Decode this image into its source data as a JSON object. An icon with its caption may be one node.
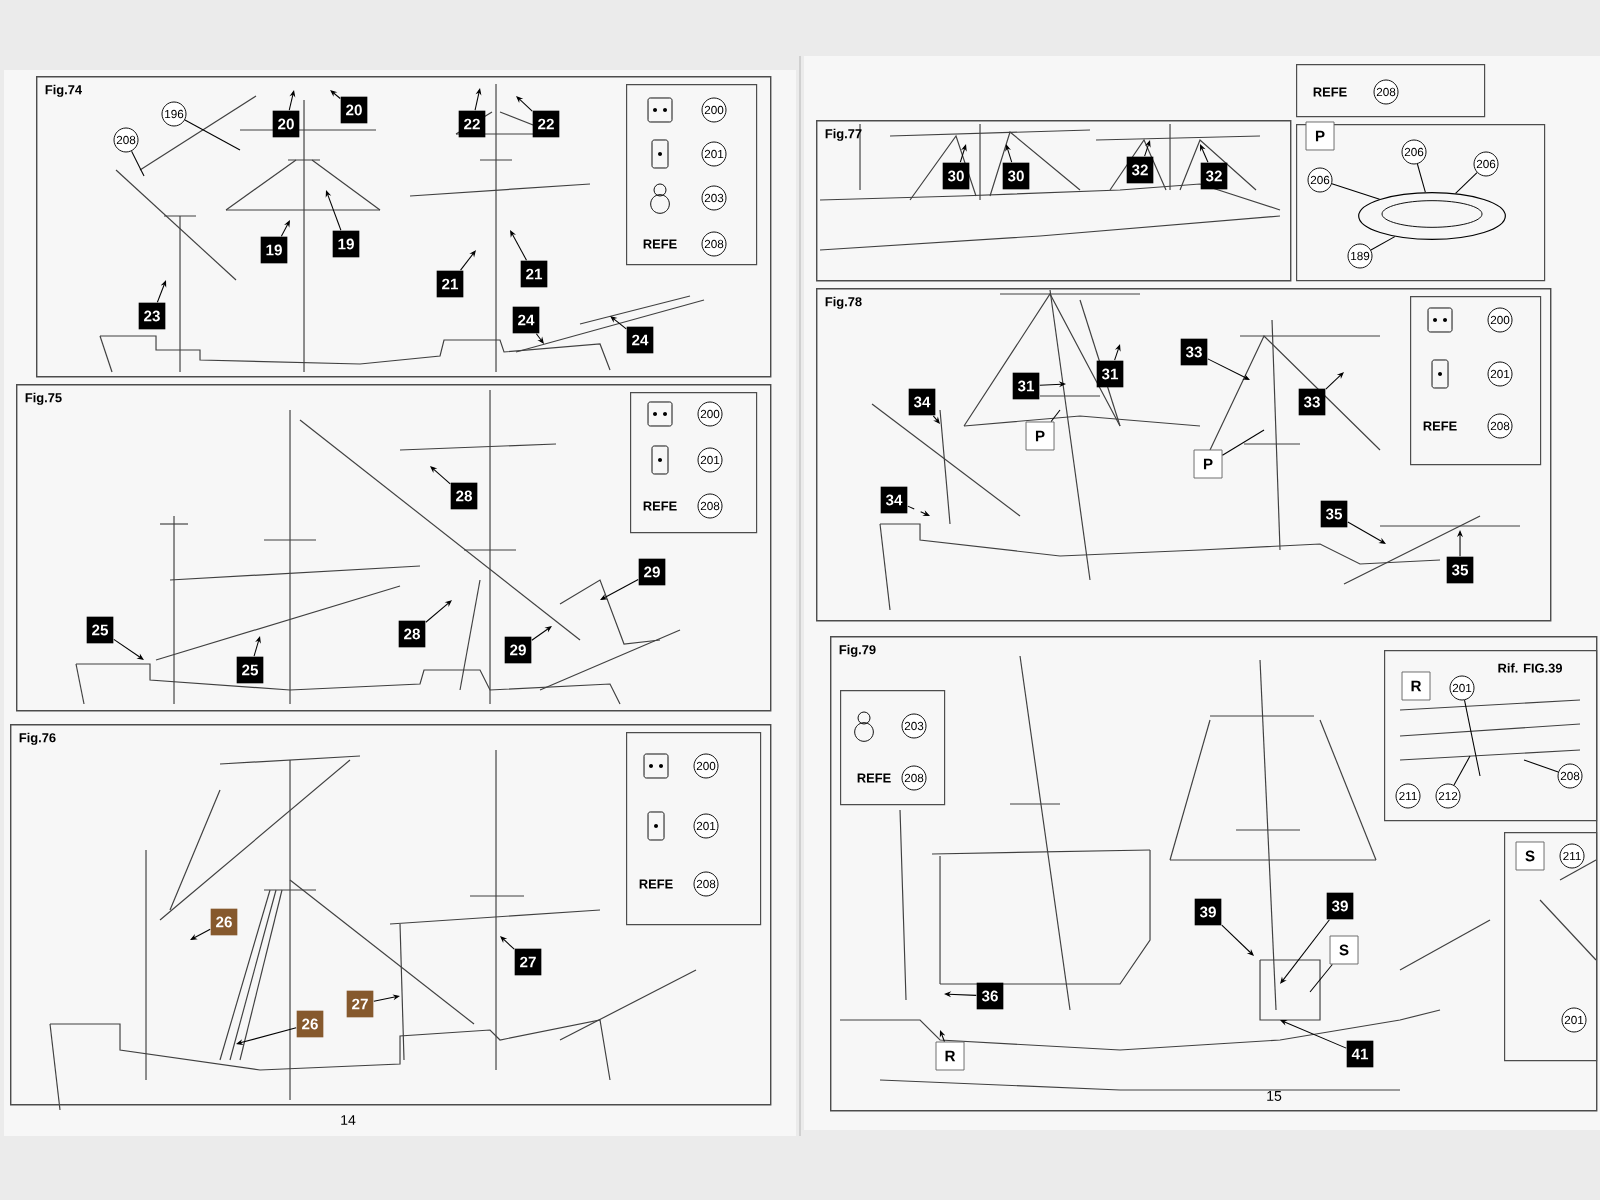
{
  "diagram": {
    "nodes": [
      {
        "text": [
          "Fig.74"
        ]
      },
      {
        "text": [
          "REFE"
        ],
        "in": 0
      },
      {
        "text": [
          "200"
        ],
        "in": 1
      },
      {
        "text": [
          "201"
        ],
        "in": 1
      },
      {
        "text": [
          "203"
        ],
        "in": 1
      },
      {
        "text": [
          "208"
        ],
        "in": 1
      },
      {
        "text": [
          "196"
        ],
        "in": 0
      },
      {
        "text": [
          "208"
        ],
        "in": 0
      },
      {
        "text": [
          "20"
        ],
        "in": 0
      },
      {
        "text": [
          "20"
        ],
        "in": 0
      },
      {
        "text": [
          "22"
        ],
        "in": 0
      },
      {
        "text": [
          "22"
        ],
        "in": 0
      },
      {
        "text": [
          "19"
        ],
        "in": 0
      },
      {
        "text": [
          "19"
        ],
        "in": 0
      },
      {
        "text": [
          "21"
        ],
        "in": 0
      },
      {
        "text": [
          "21"
        ],
        "in": 0
      },
      {
        "text": [
          "23"
        ],
        "in": 0
      },
      {
        "text": [
          "24"
        ],
        "in": 0
      },
      {
        "text": [
          "24"
        ],
        "in": 0
      },
      {
        "text": [
          "Fig.75"
        ]
      },
      {
        "text": [
          "REFE"
        ],
        "in": 19
      },
      {
        "text": [
          "200"
        ],
        "in": 20
      },
      {
        "text": [
          "201"
        ],
        "in": 20
      },
      {
        "text": [
          "208"
        ],
        "in": 20
      },
      {
        "text": [
          "28"
        ],
        "in": 19
      },
      {
        "text": [
          "29"
        ],
        "in": 19
      },
      {
        "text": [
          "28"
        ],
        "in": 19
      },
      {
        "text": [
          "29"
        ],
        "in": 19
      },
      {
        "text": [
          "25"
        ],
        "in": 19
      },
      {
        "text": [
          "25"
        ],
        "in": 19
      },
      {
        "text": [
          "Fig.76"
        ]
      },
      {
        "text": [
          "REFE"
        ],
        "in": 30
      },
      {
        "text": [
          "200"
        ],
        "in": 31
      },
      {
        "text": [
          "201"
        ],
        "in": 31
      },
      {
        "text": [
          "208"
        ],
        "in": 31
      },
      {
        "text": [
          "26"
        ],
        "in": 30
      },
      {
        "text": [
          "27"
        ],
        "in": 30
      },
      {
        "text": [
          "27"
        ],
        "in": 30
      },
      {
        "text": [
          "26"
        ],
        "in": 30
      },
      {
        "text": [
          "Fig.77"
        ]
      },
      {
        "text": [
          "REFE"
        ]
      },
      {
        "text": [
          "208"
        ],
        "in": 40
      },
      {
        "text": [
          "30"
        ],
        "in": 39
      },
      {
        "text": [
          "30"
        ],
        "in": 39
      },
      {
        "text": [
          "32"
        ],
        "in": 39
      },
      {
        "text": [
          "32"
        ],
        "in": 39
      },
      {
        "text": [],
        "shape": "box"
      },
      {
        "text": [
          "P"
        ],
        "in": 46
      },
      {
        "text": [
          "206"
        ],
        "in": 46
      },
      {
        "text": [
          "206"
        ],
        "in": 46
      },
      {
        "text": [
          "206"
        ],
        "in": 46
      },
      {
        "text": [
          "189"
        ],
        "in": 46
      },
      {
        "text": [
          "Fig.78"
        ]
      },
      {
        "text": [
          "REFE"
        ],
        "in": 52
      },
      {
        "text": [
          "200"
        ],
        "in": 53
      },
      {
        "text": [
          "201"
        ],
        "in": 53
      },
      {
        "text": [
          "208"
        ],
        "in": 53
      },
      {
        "text": [
          "34"
        ],
        "in": 52
      },
      {
        "text": [
          "31"
        ],
        "in": 52
      },
      {
        "text": [
          "31"
        ],
        "in": 52
      },
      {
        "text": [
          "33"
        ],
        "in": 52
      },
      {
        "text": [
          "33"
        ],
        "in": 52
      },
      {
        "text": [
          "P"
        ],
        "in": 52
      },
      {
        "text": [
          "P"
        ],
        "in": 52
      },
      {
        "text": [
          "34"
        ],
        "in": 52
      },
      {
        "text": [
          "35"
        ],
        "in": 52
      },
      {
        "text": [
          "35"
        ],
        "in": 52
      },
      {
        "text": [
          "Fig.79"
        ]
      },
      {
        "text": [
          "REFE"
        ],
        "in": 67
      },
      {
        "text": [
          "203"
        ],
        "in": 68
      },
      {
        "text": [
          "208"
        ],
        "in": 68
      },
      {
        "text": [
          "Rif. FIG.39"
        ],
        "in": 67
      },
      {
        "text": [
          "R"
        ],
        "in": 71
      },
      {
        "text": [
          "201"
        ],
        "in": 71
      },
      {
        "text": [
          "211"
        ],
        "in": 71
      },
      {
        "text": [
          "212"
        ],
        "in": 71
      },
      {
        "text": [
          "208"
        ],
        "in": 71
      },
      {
        "text": [],
        "shape": "box",
        "in": 67
      },
      {
        "text": [
          "S"
        ],
        "in": 77
      },
      {
        "text": [
          "211"
        ],
        "in": 77
      },
      {
        "text": [
          "201"
        ],
        "in": 77
      },
      {
        "text": [
          "39"
        ],
        "in": 67
      },
      {
        "text": [
          "39"
        ],
        "in": 67
      },
      {
        "text": [
          "S"
        ],
        "in": 67
      },
      {
        "text": [
          "36"
        ],
        "in": 67
      },
      {
        "text": [
          "R"
        ],
        "in": 67
      },
      {
        "text": [
          "41"
        ],
        "in": 67
      },
      {
        "text": [],
        "shape": "picture",
        "in": 46
      }
    ],
    "edges": [
      {
        "from": 6,
        "to": null,
        "arrow": "none"
      },
      {
        "from": 7,
        "to": null,
        "arrow": "none"
      },
      {
        "from": 8,
        "to": null,
        "arrow": "to"
      },
      {
        "from": 9,
        "to": null,
        "arrow": "to"
      },
      {
        "from": 10,
        "to": null,
        "arrow": "to"
      },
      {
        "from": 11,
        "to": null,
        "arrow": "to"
      },
      {
        "from": 12,
        "to": null,
        "arrow": "to"
      },
      {
        "from": 13,
        "to": null,
        "arrow": "to"
      },
      {
        "from": 14,
        "to": null,
        "arrow": "to"
      },
      {
        "from": 15,
        "to": null,
        "arrow": "to"
      },
      {
        "from": 16,
        "to": null,
        "arrow": "to"
      },
      {
        "from": 17,
        "to": null,
        "arrow": "to"
      },
      {
        "from": 18,
        "to": null,
        "arrow": "to"
      },
      {
        "from": 24,
        "to": null,
        "arrow": "to"
      },
      {
        "from": 25,
        "to": null,
        "arrow": "to"
      },
      {
        "from": 26,
        "to": null,
        "arrow": "to"
      },
      {
        "from": 27,
        "to": null,
        "arrow": "to"
      },
      {
        "from": 28,
        "to": null,
        "arrow": "to"
      },
      {
        "from": 29,
        "to": null,
        "arrow": "to"
      },
      {
        "from": 35,
        "to": null,
        "arrow": "to"
      },
      {
        "from": 36,
        "to": null,
        "arrow": "to"
      },
      {
        "from": 37,
        "to": null,
        "arrow": "to"
      },
      {
        "from": 38,
        "to": null,
        "arrow": "to"
      },
      {
        "from": 42,
        "to": null,
        "arrow": "to"
      },
      {
        "from": 43,
        "to": null,
        "arrow": "to"
      },
      {
        "from": 44,
        "to": null,
        "arrow": "to"
      },
      {
        "from": 45,
        "to": null,
        "arrow": "to"
      },
      {
        "from": 48,
        "to": 87,
        "arrow": "none"
      },
      {
        "from": 49,
        "to": 87,
        "arrow": "none"
      },
      {
        "from": 50,
        "to": 87,
        "arrow": "none"
      },
      {
        "from": 51,
        "to": 87,
        "arrow": "none"
      },
      {
        "from": 57,
        "to": null,
        "arrow": "to"
      },
      {
        "from": 58,
        "to": null,
        "arrow": "to"
      },
      {
        "from": 59,
        "to": null,
        "arrow": "to"
      },
      {
        "from": 60,
        "to": null,
        "arrow": "to"
      },
      {
        "from": 61,
        "to": null,
        "arrow": "to"
      },
      {
        "from": 62,
        "to": null,
        "arrow": "none"
      },
      {
        "from": 63,
        "to": null,
        "arrow": "none"
      },
      {
        "from": 64,
        "to": null,
        "arrow": "to",
        "style": "dashed"
      },
      {
        "from": 65,
        "to": null,
        "arrow": "to"
      },
      {
        "from": 66,
        "to": null,
        "arrow": "to"
      },
      {
        "from": 73,
        "to": null,
        "arrow": "none"
      },
      {
        "from": 75,
        "to": null,
        "arrow": "none"
      },
      {
        "from": 76,
        "to": null,
        "arrow": "none"
      },
      {
        "from": 81,
        "to": null,
        "arrow": "to"
      },
      {
        "from": 82,
        "to": null,
        "arrow": "to"
      },
      {
        "from": 83,
        "to": null,
        "arrow": "none"
      },
      {
        "from": 84,
        "to": null,
        "arrow": "to"
      },
      {
        "from": 85,
        "to": null,
        "arrow": "to"
      },
      {
        "from": 86,
        "to": null,
        "arrow": "to"
      }
    ],
    "labels": [
      "14",
      "15"
    ]
  }
}
